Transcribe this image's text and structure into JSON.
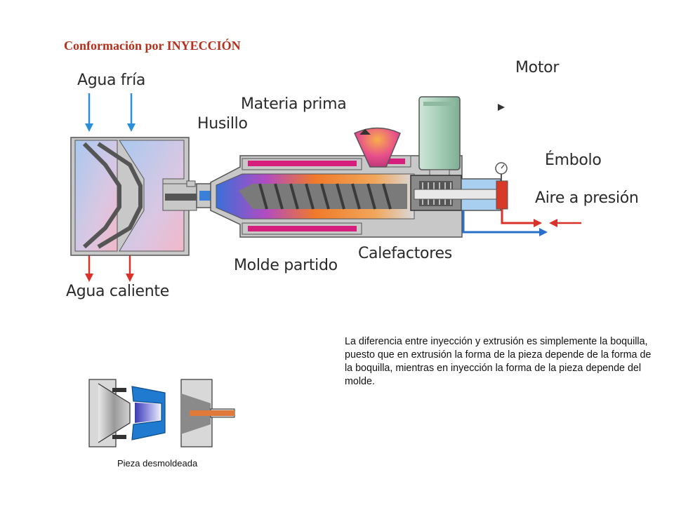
{
  "title": "Conformación por INYECCIÓN",
  "labels": {
    "agua_fria": "Agua fría",
    "materia_prima": "Materia prima",
    "husillo": "Husillo",
    "motor": "Motor",
    "embolo": "Émbolo",
    "aire_presion": "Aire a presión",
    "calefactores": "Calefactores",
    "molde_partido": "Molde partido",
    "agua_caliente": "Agua caliente"
  },
  "description": "La diferencia entre inyección y extrusión es simplemente la boquilla, puesto que en extrusión la forma de la pieza depende de  la forma de la boquilla, mientras en inyección la forma de la pieza depende del molde.",
  "caption": "Pieza desmoldeada",
  "colors": {
    "title": "#b5301c",
    "cold_water": "#2a8fd8",
    "hot_water": "#d8322a",
    "heater": "#d61e7c",
    "machine_gray": "#c8c8c8",
    "motor": "#a9cdb9"
  }
}
